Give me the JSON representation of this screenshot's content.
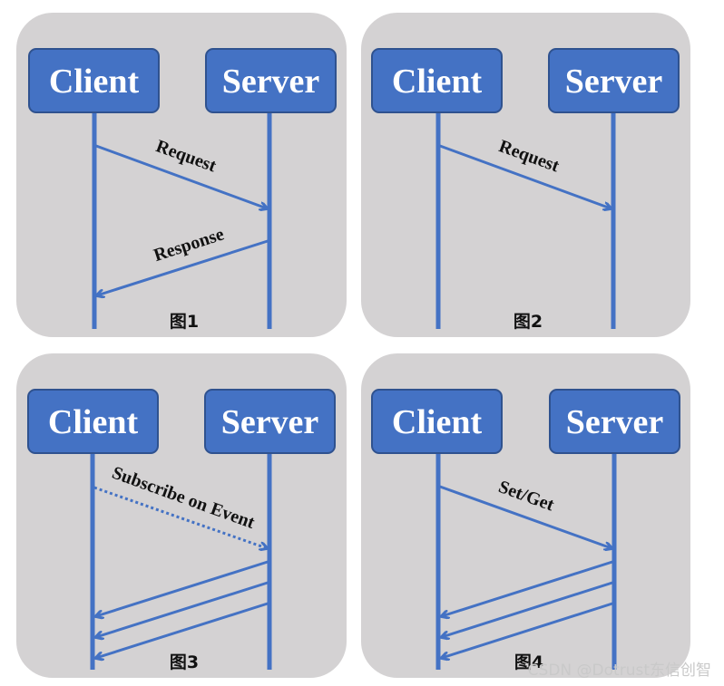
{
  "colors": {
    "panel_bg": "#d4d2d3",
    "box_fill": "#4472c4",
    "box_stroke": "#2f528f",
    "line": "#4472c4",
    "text_dark": "#111111",
    "box_text": "#ffffff",
    "watermark": "#c9c9c9"
  },
  "panels": [
    {
      "client_label": "Client",
      "server_label": "Server",
      "caption": "图1",
      "messages": [
        {
          "label": "Request"
        },
        {
          "label": "Response"
        }
      ]
    },
    {
      "client_label": "Client",
      "server_label": "Server",
      "caption": "图2",
      "messages": [
        {
          "label": "Request"
        }
      ]
    },
    {
      "client_label": "Client",
      "server_label": "Server",
      "caption": "图3",
      "messages": [
        {
          "label": "Subscribe on Event"
        }
      ]
    },
    {
      "client_label": "Client",
      "server_label": "Server",
      "caption": "图4",
      "messages": [
        {
          "label": "Set/Get"
        }
      ]
    }
  ],
  "watermark": "CSDN @Dotrust东信创智"
}
